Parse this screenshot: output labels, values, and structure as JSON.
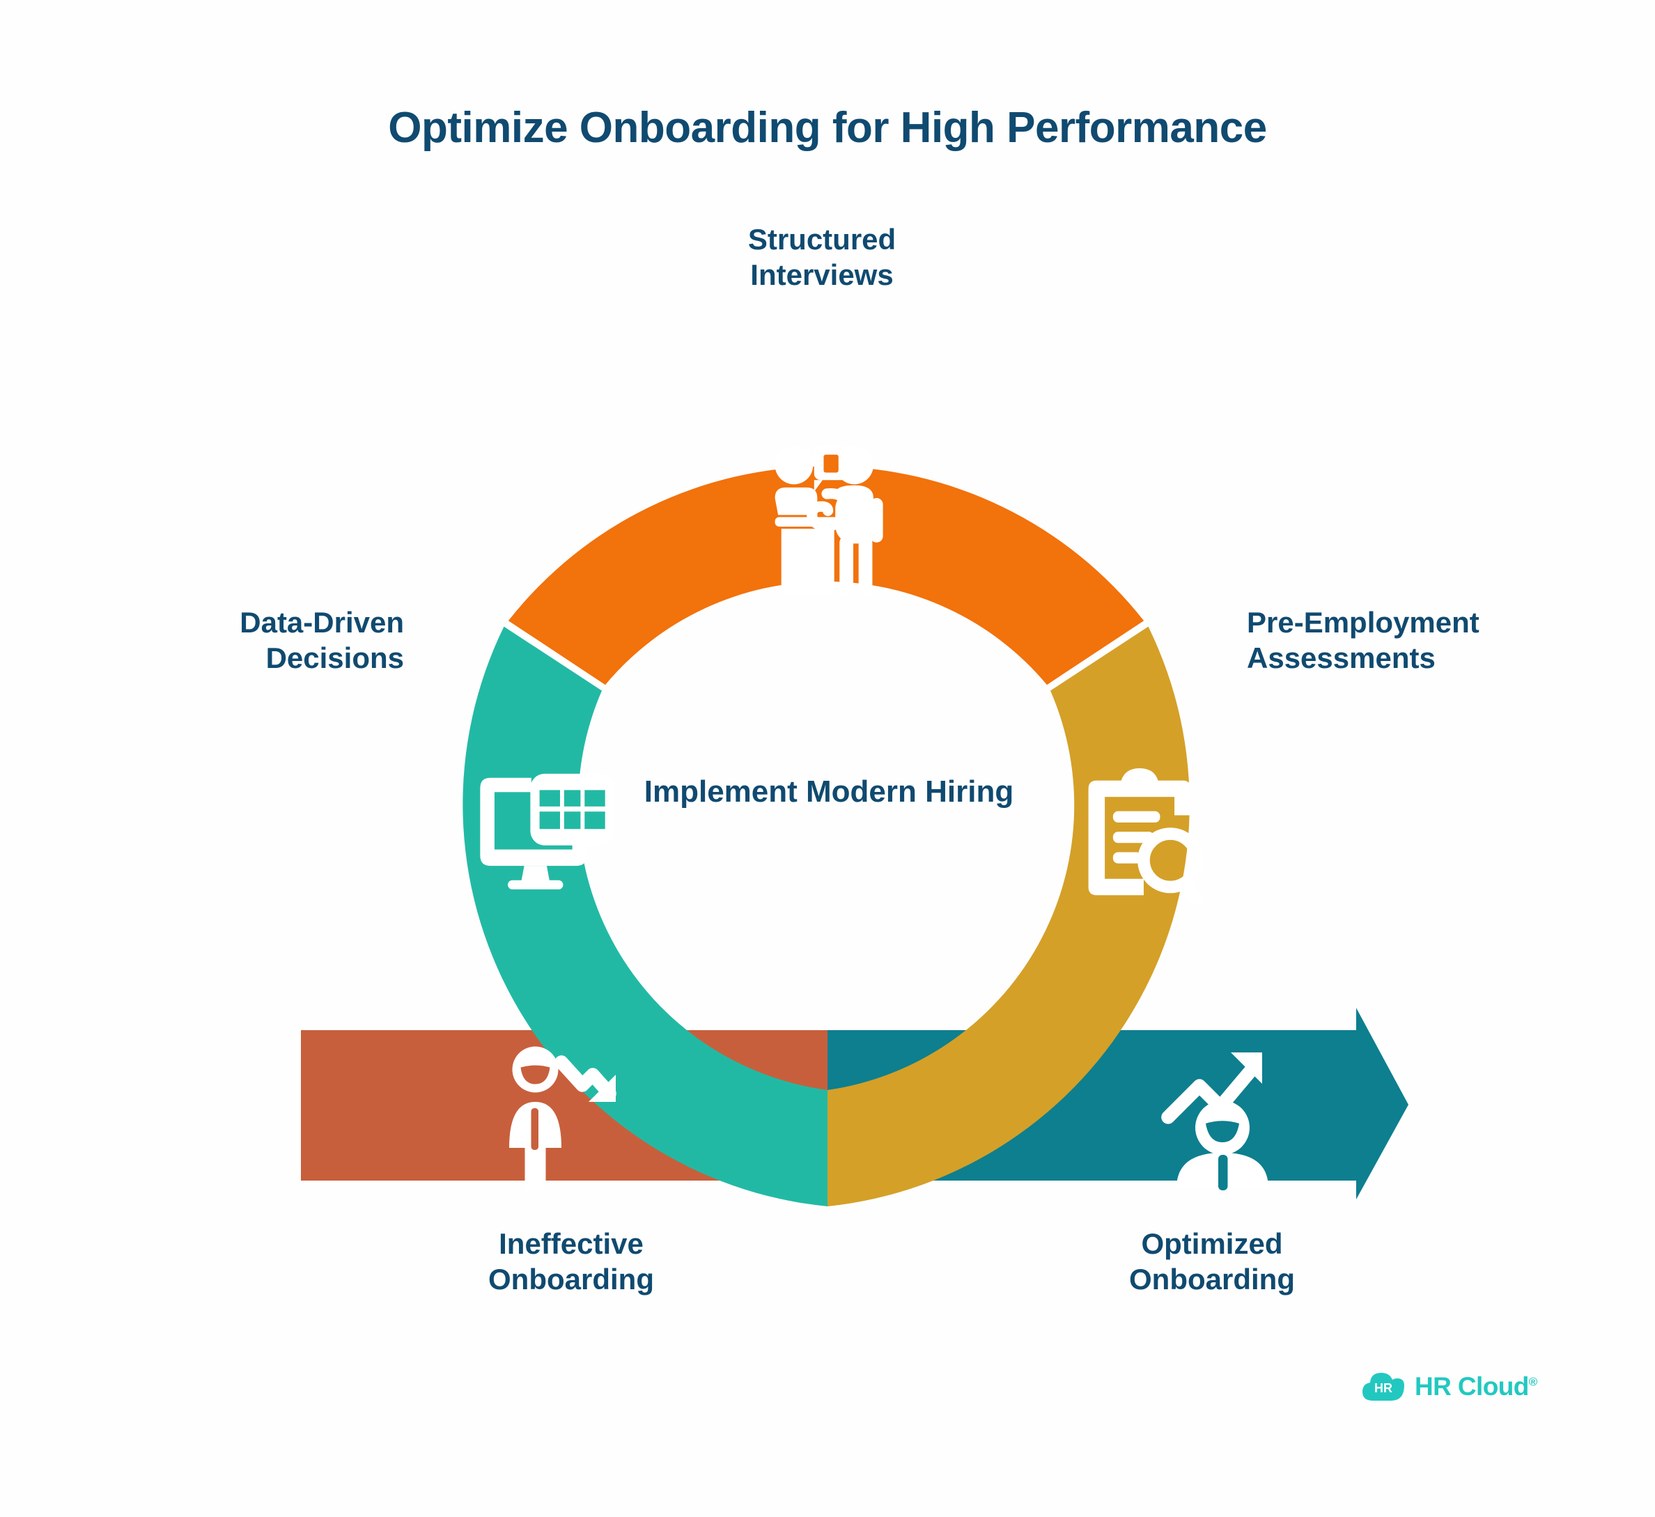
{
  "title": "Optimize Onboarding for High Performance",
  "center": {
    "text": "Implement Modern Hiring"
  },
  "cycle": {
    "segments": [
      {
        "id": "structured-interviews",
        "label": "Structured Interviews",
        "label_line1": "Structured",
        "label_line2": "Interviews",
        "color": "#f2720c",
        "icon": "interview-icon"
      },
      {
        "id": "pre-employment-assessments",
        "label": "Pre-Employment Assessments",
        "label_line1": "Pre-Employment",
        "label_line2": "Assessments",
        "color": "#d4a028",
        "icon": "clipboard-search-icon"
      },
      {
        "id": "data-driven-decisions",
        "label": "Data-Driven Decisions",
        "label_line1": "Data-Driven",
        "label_line2": "Decisions",
        "color": "#22b9a4",
        "icon": "monitor-data-icon"
      }
    ]
  },
  "arrow": {
    "left": {
      "id": "ineffective-onboarding",
      "label": "Ineffective Onboarding",
      "label_line1": "Ineffective",
      "label_line2": "Onboarding",
      "color": "#c85f3c",
      "icon": "person-arrow-down-icon"
    },
    "right": {
      "id": "optimized-onboarding",
      "label": "Optimized Onboarding",
      "label_line1": "Optimized",
      "label_line2": "Onboarding",
      "color": "#0d7f8f",
      "icon": "person-arrow-up-icon"
    }
  },
  "brand": {
    "badge_text": "HR",
    "wordmark": "HR Cloud",
    "registered": "®",
    "color": "#22c8c0"
  },
  "colors": {
    "text_navy": "#104a70",
    "background": "#fefefe",
    "orange": "#f2720c",
    "gold": "#d4a028",
    "teal": "#22b9a4",
    "rust": "#c85f3c",
    "deep_teal": "#0d7f8f",
    "brand_teal": "#22c8c0"
  }
}
